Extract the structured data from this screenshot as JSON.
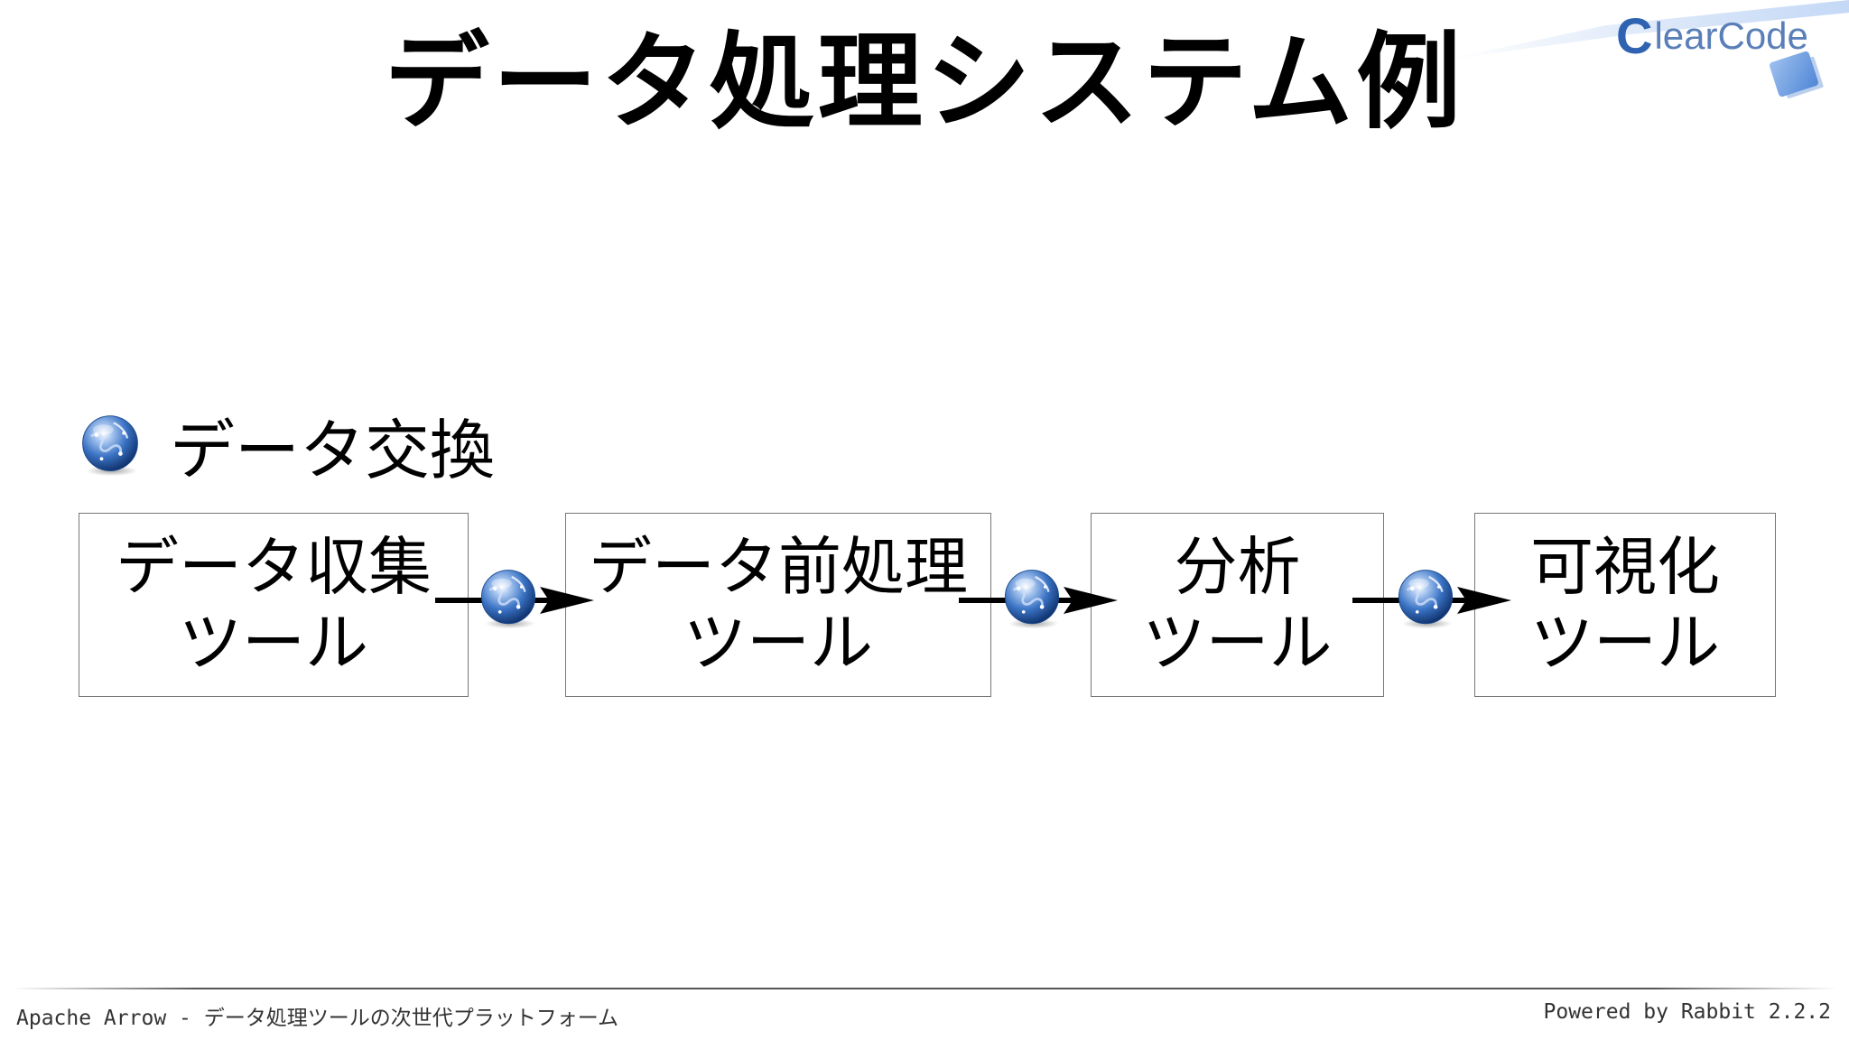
{
  "slide": {
    "title": "データ処理システム例",
    "bullet": "データ交換"
  },
  "flow": {
    "boxes": [
      {
        "line1": "データ収集",
        "line2": "ツール"
      },
      {
        "line1": "データ前処理",
        "line2": "ツール"
      },
      {
        "line1": "分析",
        "line2": "ツール"
      },
      {
        "line1": "可視化",
        "line2": "ツール"
      }
    ]
  },
  "logo": {
    "text": "learCode",
    "mark": "C"
  },
  "footer": {
    "left": "Apache Arrow - データ処理ツールの次世代プラットフォーム",
    "right": "Powered by Rabbit 2.2.2"
  },
  "colors": {
    "accent": "#2f62b0",
    "globe": "#3b73c4",
    "border": "#777777"
  },
  "icons": [
    "globe-icon",
    "arrow-right-icon",
    "clearcode-logo"
  ]
}
